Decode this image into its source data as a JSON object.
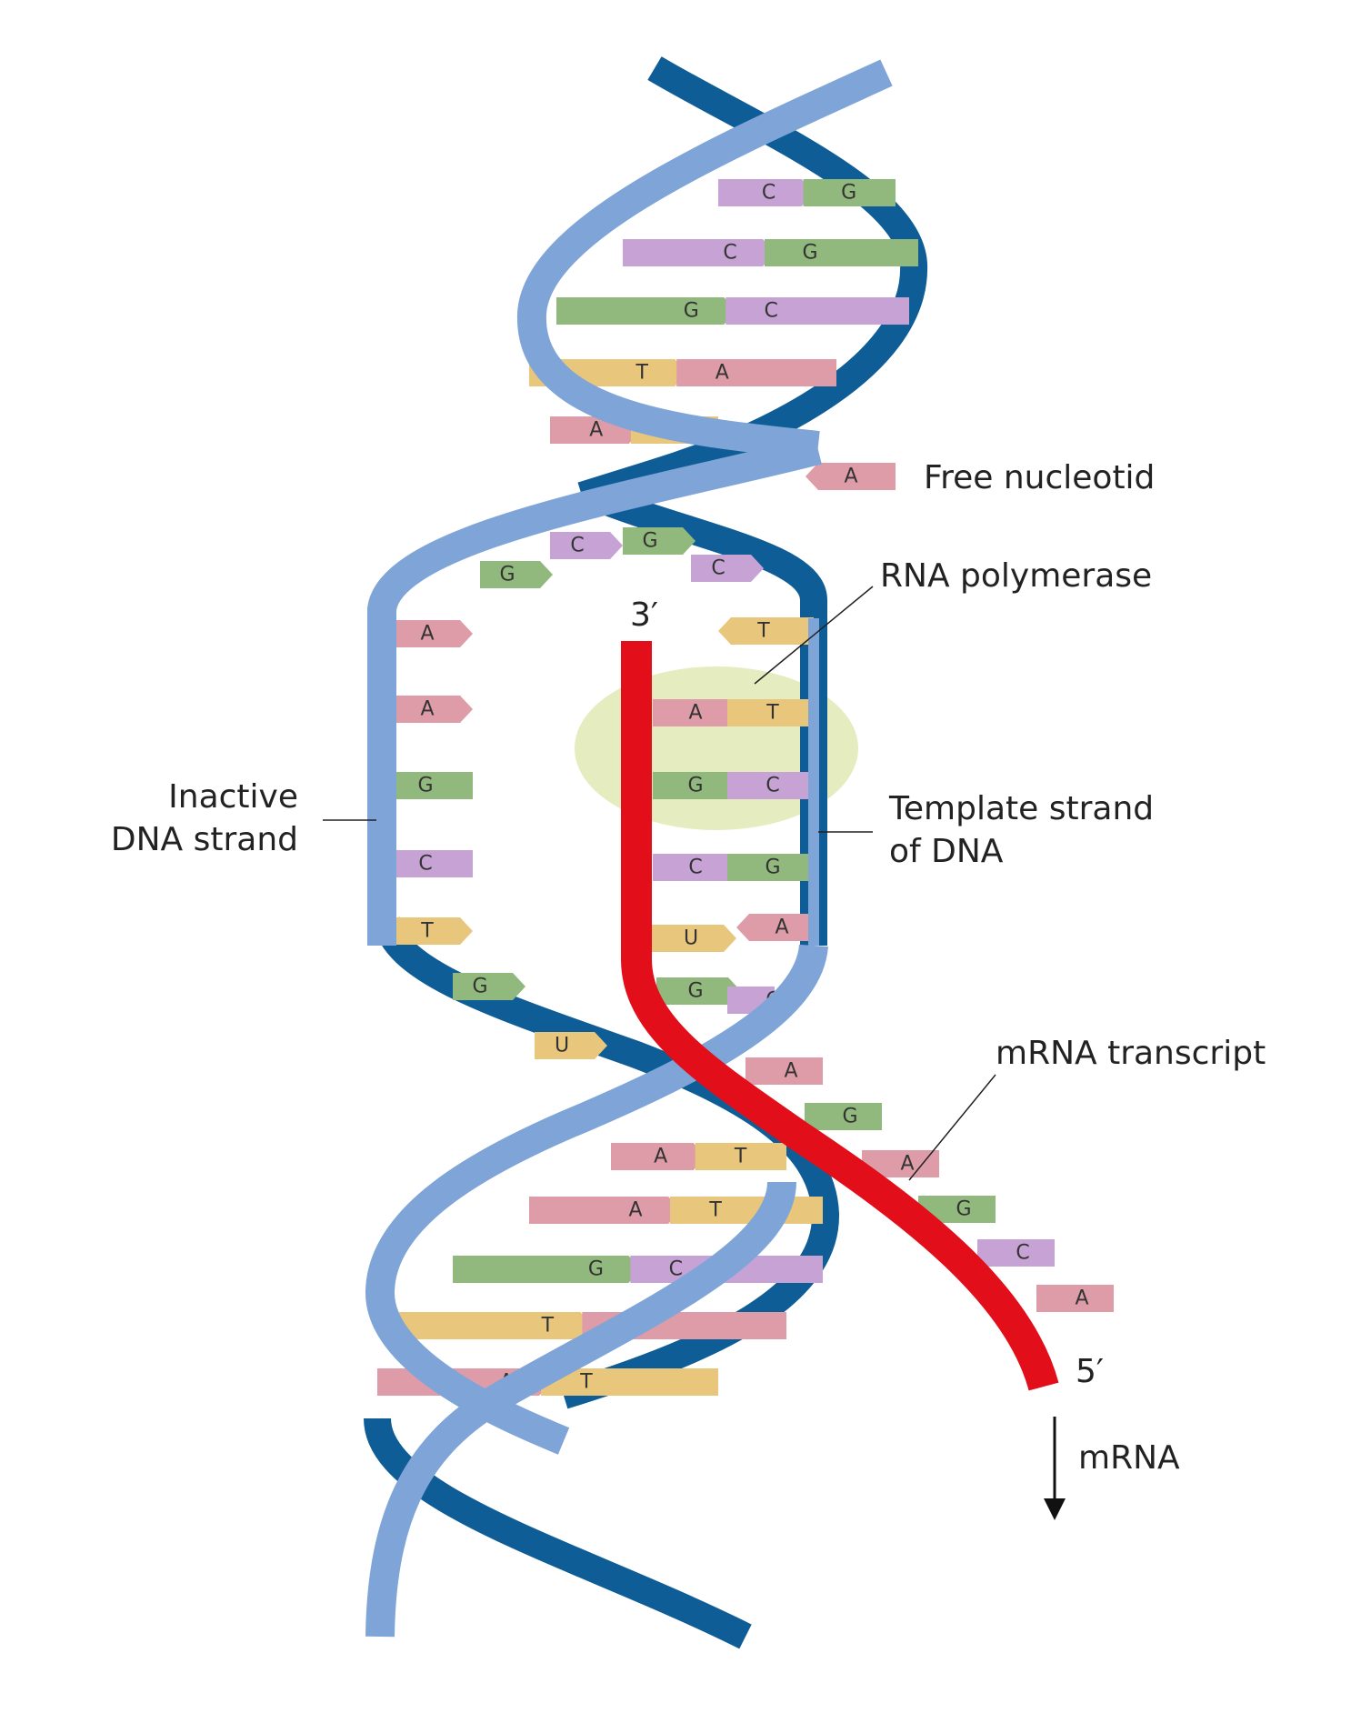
{
  "colors": {
    "strand_dark": "#0f5d96",
    "strand_light": "#7fa5d8",
    "mrna": "#e20e1a",
    "polymerase": "#e5ecc0",
    "A": "#dd9ca8",
    "T": "#e8c77d",
    "G": "#92b97d",
    "C": "#c7a3d5",
    "U": "#e8c77d"
  },
  "labels": {
    "free_nucleotide": "Free nucleotid",
    "rna_polymerase": "RNA polymerase",
    "inactive_line1": "Inactive",
    "inactive_line2": "DNA strand",
    "template_line1": "Template strand",
    "template_line2": "of DNA",
    "mrna_transcript": "mRNA transcript",
    "three_prime": "3′",
    "five_prime": "5′",
    "mrna_arrow": "mRNA",
    "legend_base": "A"
  },
  "base_pairs_top": [
    [
      "C",
      "G"
    ],
    [
      "C",
      "G"
    ],
    [
      "G",
      "C"
    ],
    [
      "T",
      "A"
    ],
    [
      "A",
      "T"
    ]
  ],
  "base_pairs_bottom": [
    [
      "A",
      "T"
    ],
    [
      "A",
      "T"
    ],
    [
      "G",
      "C"
    ],
    [
      "T",
      "A"
    ],
    [
      "A",
      "T"
    ]
  ],
  "inactive_strand_bases": [
    "A",
    "A",
    "G",
    "C",
    "T"
  ],
  "template_paired": [
    [
      "A",
      "T"
    ],
    [
      "G",
      "C"
    ],
    [
      "C",
      "G"
    ]
  ],
  "template_unpaired": [
    "T"
  ],
  "incoming_pair": [
    "U",
    "A"
  ],
  "mrna_pair": [
    "G",
    "C"
  ],
  "free_nucleotides": [
    "G",
    "C",
    "G",
    "C",
    "G",
    "U"
  ],
  "mrna_transcript_bases": [
    "A",
    "G",
    "A",
    "G",
    "C",
    "A"
  ]
}
